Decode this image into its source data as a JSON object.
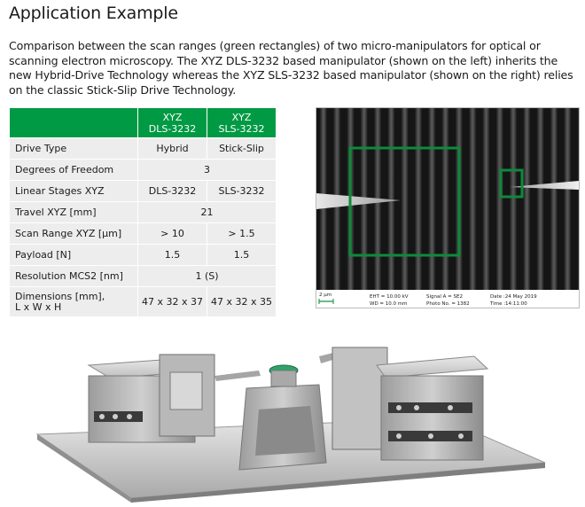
{
  "heading": "Application Example",
  "description": "Comparison between the scan ranges (green rectangles) of two micro-manipulators for optical or scanning electron microscopy. The XYZ DLS-3232 based manipulator (shown on the left) inherits the new Hybrid-Drive Technology whereas the XYZ SLS-3232 based manipulator (shown on the right) relies on the classic Stick-Slip Drive Technology.",
  "table": {
    "col1": "XYZ\nDLS-3232",
    "col2": "XYZ\nSLS-3232",
    "rows": [
      {
        "label": "Drive Type",
        "a": "Hybrid",
        "b": "Stick-Slip"
      },
      {
        "label": "Degrees of Freedom",
        "span": "3"
      },
      {
        "label": "Linear Stages XYZ",
        "a": "DLS-3232",
        "b": "SLS-3232"
      },
      {
        "label": "Travel XYZ [mm]",
        "span": "21"
      },
      {
        "label": "Scan Range XYZ [µm]",
        "a": "> 10",
        "b": "> 1.5"
      },
      {
        "label": "Payload [N]",
        "a": "1.5",
        "b": "1.5"
      },
      {
        "label": "Resolution MCS2 [nm]",
        "span": "1 (S)"
      },
      {
        "label": "Dimensions [mm],\nL x W x H",
        "a": "47 x 32 x 37",
        "b": "47 x 32 x 35"
      }
    ]
  },
  "sem": {
    "scale": "2 µm",
    "eht": "EHT = 10.00 kV",
    "wd": "WD = 10.0 mm",
    "signal": "Signal A = SE2",
    "photo_no": "Photo No. = 1382",
    "date": "Date :24 May 2019",
    "time": "Time :14:11:00",
    "scan_color": "#0d8a3a"
  }
}
